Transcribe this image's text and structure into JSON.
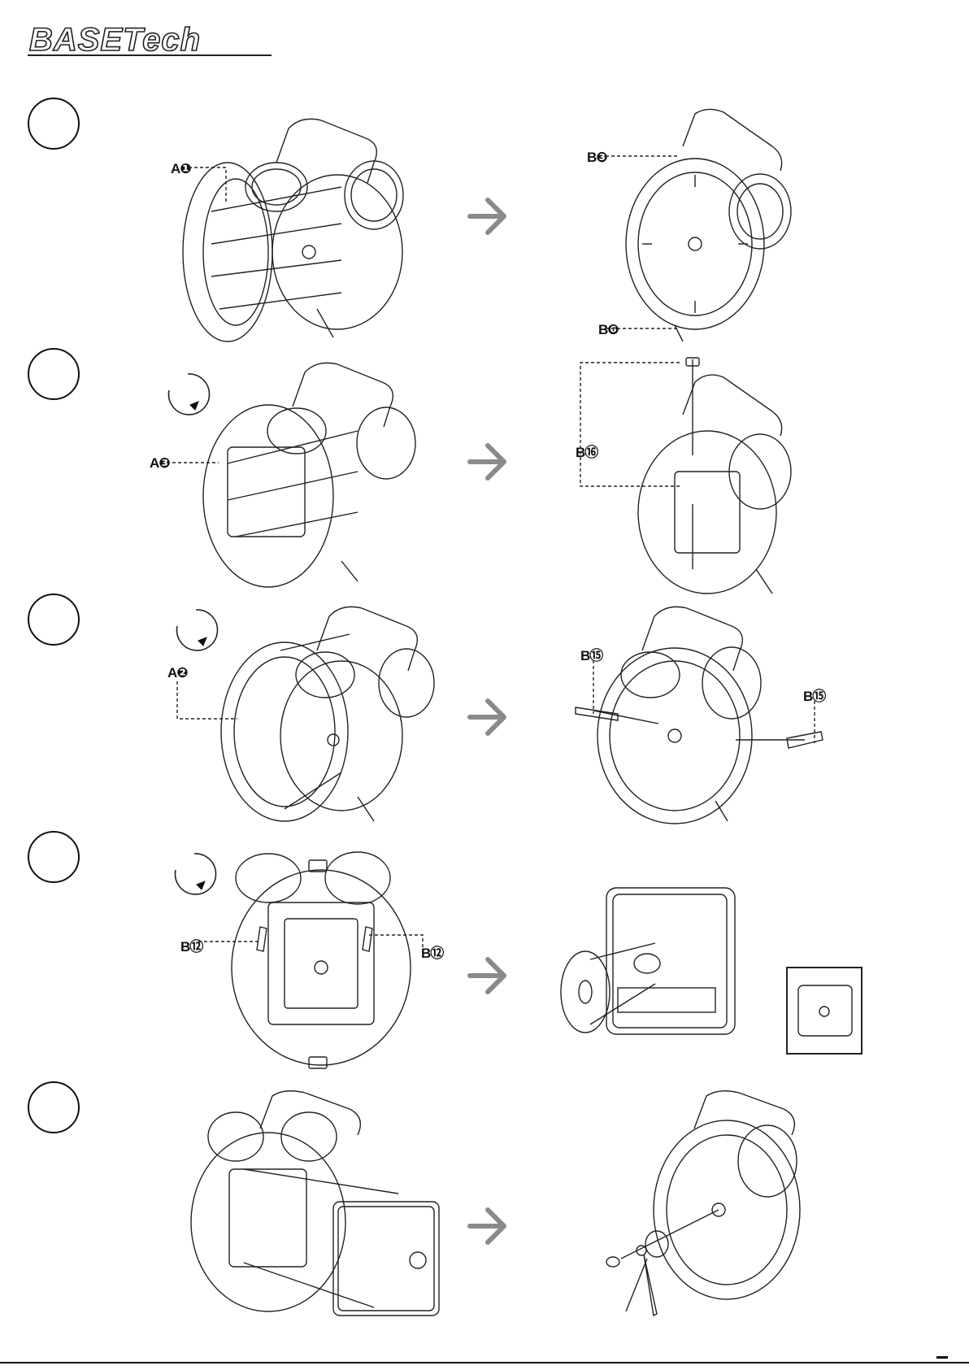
{
  "brand": {
    "logo_text": "BASETech"
  },
  "labels": {
    "s1_left": "A❶",
    "s1_top": "B❸",
    "s1_bottom": "B❻",
    "s2_left": "A❸",
    "s2_right": "B⑯",
    "s3_left": "A❷",
    "s3_mid": "B⑮",
    "s3_right": "B⑮",
    "s4_left": "B⑫",
    "s4_right": "B⑫"
  },
  "icons": {
    "step_circle": "step-number-circle-icon",
    "rotate": "rotate-clockwise-icon",
    "next": "arrow-right-icon"
  }
}
